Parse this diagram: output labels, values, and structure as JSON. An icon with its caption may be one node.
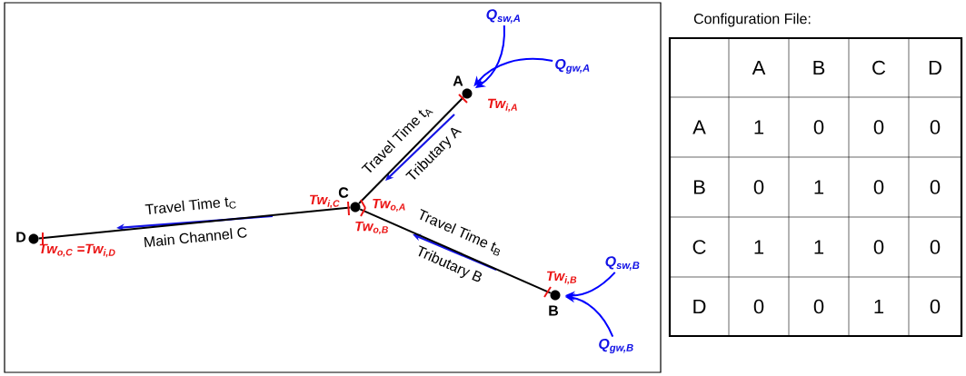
{
  "diagram": {
    "nodes": [
      {
        "text": [
          "Q$_{sw,A}$"
        ]
      },
      {
        "text": [
          "Q$_{gw,A}$"
        ]
      },
      {
        "text": [
          "A"
        ]
      },
      {
        "text": [
          "C"
        ]
      },
      {
        "text": [
          "D"
        ]
      },
      {
        "text": [
          "Q$_{sw,B}$"
        ]
      },
      {
        "text": [
          "B"
        ]
      },
      {
        "text": [
          "Q$_{gw,B}$"
        ]
      }
    ],
    "edges": [
      {
        "from": 0,
        "to": 2,
        "arrow": "to",
        "color": "#0000ff"
      },
      {
        "from": 1,
        "to": 2,
        "arrow": "to",
        "color": "#0000ff"
      },
      {
        "from": 2,
        "to": 3,
        "arrow": "none",
        "label": "Travel Time t$_{A}$",
        "color": "#000000"
      },
      {
        "from": 6,
        "to": 3,
        "arrow": "none",
        "label": "Travel Time t$_{B}$",
        "color": "#000000"
      },
      {
        "from": 3,
        "to": 4,
        "arrow": "none",
        "label": "Travel Time t$_{C}$",
        "color": "#000000"
      },
      {
        "from": 5,
        "to": 6,
        "arrow": "to",
        "color": "#0000ff"
      },
      {
        "from": 7,
        "to": 6,
        "arrow": "to",
        "color": "#0000ff"
      }
    ],
    "labels": [
      "Tw$_{i,A}$",
      "Tributary A",
      "Tw$_{i,C}$",
      "Tw$_{o,A}$",
      "Tw$_{o,B}$",
      "Main Channel C",
      "Tributary B",
      "Tw$_{o,C}$ =Tw$_{i,D}$",
      "Tw$_{i,B}$",
      "Configuration File:",
      "A",
      "B",
      "C",
      "D",
      "A",
      "1",
      "0",
      "0",
      "0",
      "B",
      "0",
      "1",
      "0",
      "0",
      "C",
      "1",
      "1",
      "0",
      "0",
      "D",
      "0",
      "0",
      "1",
      "0"
    ]
  }
}
